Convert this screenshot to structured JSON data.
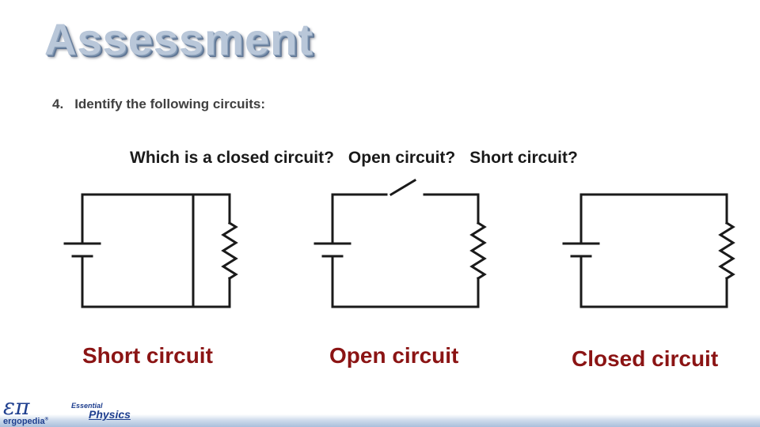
{
  "slide": {
    "title": "Assessment",
    "question_number": "4.",
    "question_text": "Identify the following circuits:",
    "sub_questions": [
      "Which is a closed circuit?",
      "Open circuit?",
      "Short circuit?"
    ],
    "answers": {
      "short": "Short circuit",
      "open": "Open circuit",
      "closed": "Closed circuit"
    }
  },
  "footer": {
    "logo_symbol": "επ",
    "logo_brand": "ergopedia",
    "logo_brand_mark": "®",
    "product_top": "Essential",
    "product_main": "Physics"
  },
  "colors": {
    "answer": "#8b1414",
    "wire": "#1a1a1a",
    "brand": "#1f3f8f"
  },
  "icons": [
    "battery-icon",
    "resistor-icon",
    "switch-icon"
  ]
}
